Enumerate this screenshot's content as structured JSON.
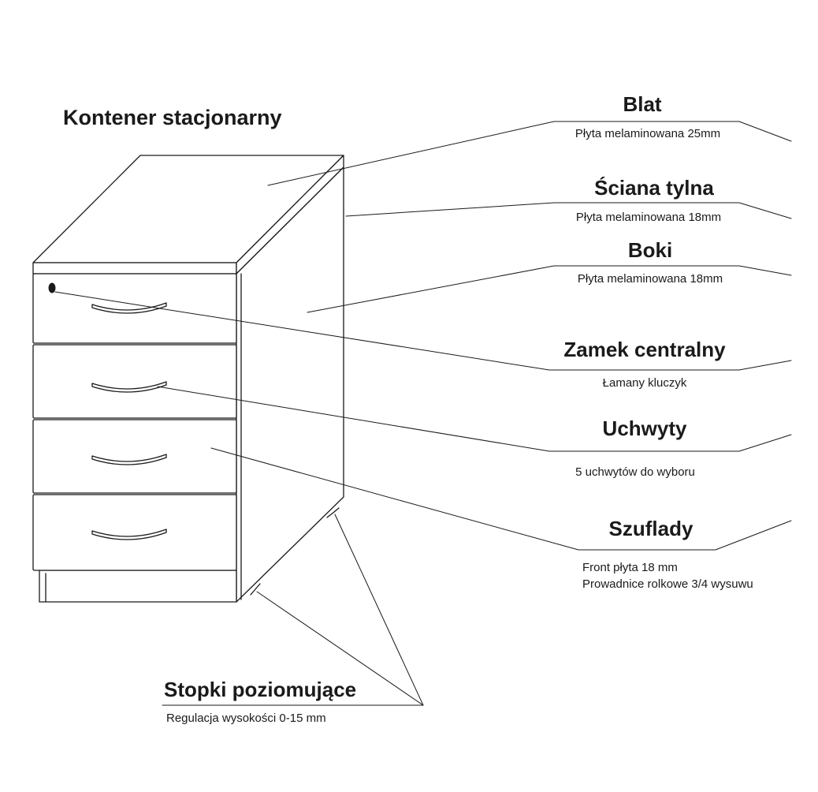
{
  "title": "Kontener stacjonarny",
  "labels": {
    "blat": {
      "title": "Blat",
      "sub": "Płyta melaminowana 25mm"
    },
    "sciana": {
      "title": "Ściana tylna",
      "sub": "Płyta melaminowana 18mm"
    },
    "boki": {
      "title": "Boki",
      "sub": "Płyta melaminowana 18mm"
    },
    "zamek": {
      "title": "Zamek centralny",
      "sub": "Łamany kluczyk"
    },
    "uchwyty": {
      "title": "Uchwyty",
      "sub": "5 uchwytów do wyboru"
    },
    "szuflady": {
      "title": "Szuflady",
      "sub1": "Front płyta 18 mm",
      "sub2": "Prowadnice rolkowe 3/4 wysuwu"
    },
    "stopki": {
      "title": "Stopki poziomujące",
      "sub": "Regulacja wysokości 0-15 mm"
    }
  },
  "colors": {
    "line": "#1a1a1a",
    "background": "#ffffff"
  }
}
